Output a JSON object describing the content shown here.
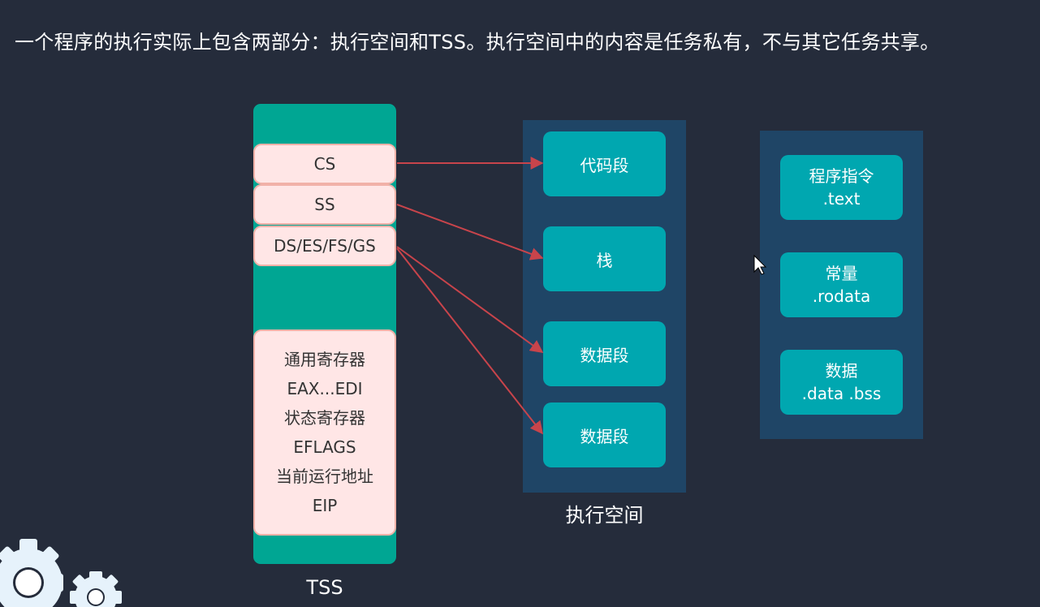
{
  "heading": "一个程序的执行实际上包含两部分：执行空间和TSS。执行空间中的内容是任务私有，不与其它任务共享。",
  "tss": {
    "caption": "TSS",
    "segment_registers": [
      "CS",
      "SS",
      "DS/ES/FS/GS"
    ],
    "register_lines": [
      "通用寄存器",
      "EAX...EDI",
      "状态寄存器",
      "EFLAGS",
      "当前运行地址",
      "EIP"
    ]
  },
  "exec_space": {
    "caption": "执行空间",
    "boxes": [
      "代码段",
      "栈",
      "数据段",
      "数据段"
    ]
  },
  "program": {
    "boxes": [
      {
        "name": "程序指令",
        "section": ".text"
      },
      {
        "name": "常量",
        "section": ".rodata"
      },
      {
        "name": "数据",
        "section": ".data .bss"
      }
    ]
  },
  "colors": {
    "background": "#252c3b",
    "tss_column": "#00a693",
    "register_fill": "#ffe6e6",
    "panel": "#1f4566",
    "box": "#00a7b0",
    "arrow": "#c8444b"
  }
}
